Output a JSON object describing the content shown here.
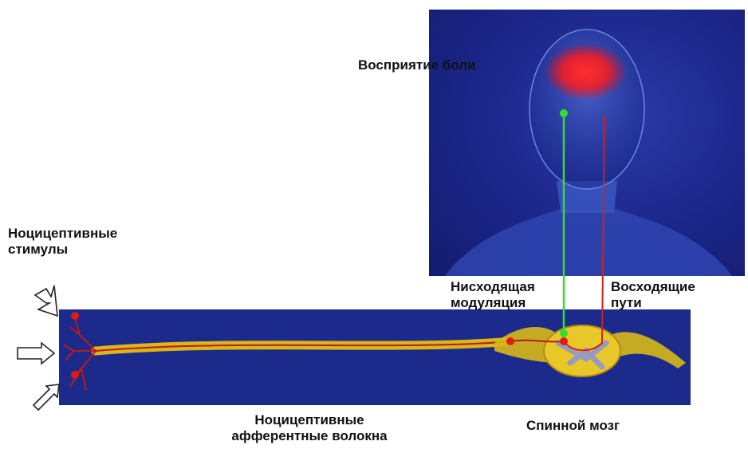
{
  "labels": {
    "pain_perception": "Восприятие боли",
    "nociceptive_stimuli": "Ноцицептивные\nстимулы",
    "descending_modulation": "Нисходящая\nмодуляция",
    "ascending_pathways": "Восходящие\nпути",
    "afferent_fibers": "Ноцицептивные\nафферентные волокна",
    "spinal_cord": "Спинной мозг"
  },
  "colors": {
    "ascending_path": "#cc2222",
    "descending_path": "#33dd33",
    "nerve_fiber": "#e0c020",
    "background_panel": "#1c2a8c",
    "brain_glow": "#ff2020"
  }
}
